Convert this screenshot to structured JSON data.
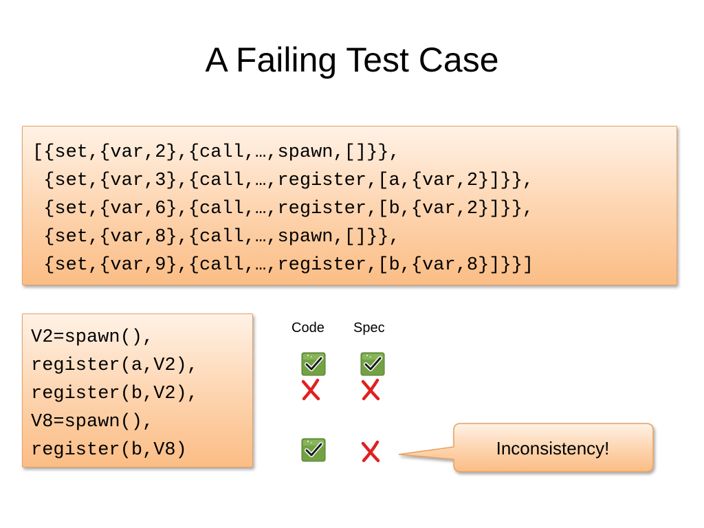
{
  "slide": {
    "title": "A Failing Test Case"
  },
  "test_case_term": {
    "lines": [
      "[{set,{var,2},{call,…,spawn,[]}},",
      " {set,{var,3},{call,…,register,[a,{var,2}]}},",
      " {set,{var,6},{call,…,register,[b,{var,2}]}},",
      " {set,{var,8},{call,…,spawn,[]}},",
      " {set,{var,9},{call,…,register,[b,{var,8}]}}]"
    ]
  },
  "program": {
    "lines": [
      "V2=spawn(),",
      "register(a,V2),",
      "register(b,V2),",
      "V8=spawn(),",
      "register(b,V8)"
    ]
  },
  "columns": {
    "code": "Code",
    "spec": "Spec"
  },
  "results": [
    {
      "code": "check-icon",
      "spec": "check-icon"
    },
    {
      "code": "cross-icon",
      "spec": "cross-icon"
    },
    {
      "code": "check-icon",
      "spec": "cross-icon"
    }
  ],
  "callout": {
    "text": "Inconsistency!"
  },
  "colors": {
    "box_border": "#e8a060",
    "box_fill_top": "#fff2e6",
    "box_fill_bottom": "#fbbd85",
    "check_green": "#72a244",
    "cross_red": "#e02020"
  }
}
